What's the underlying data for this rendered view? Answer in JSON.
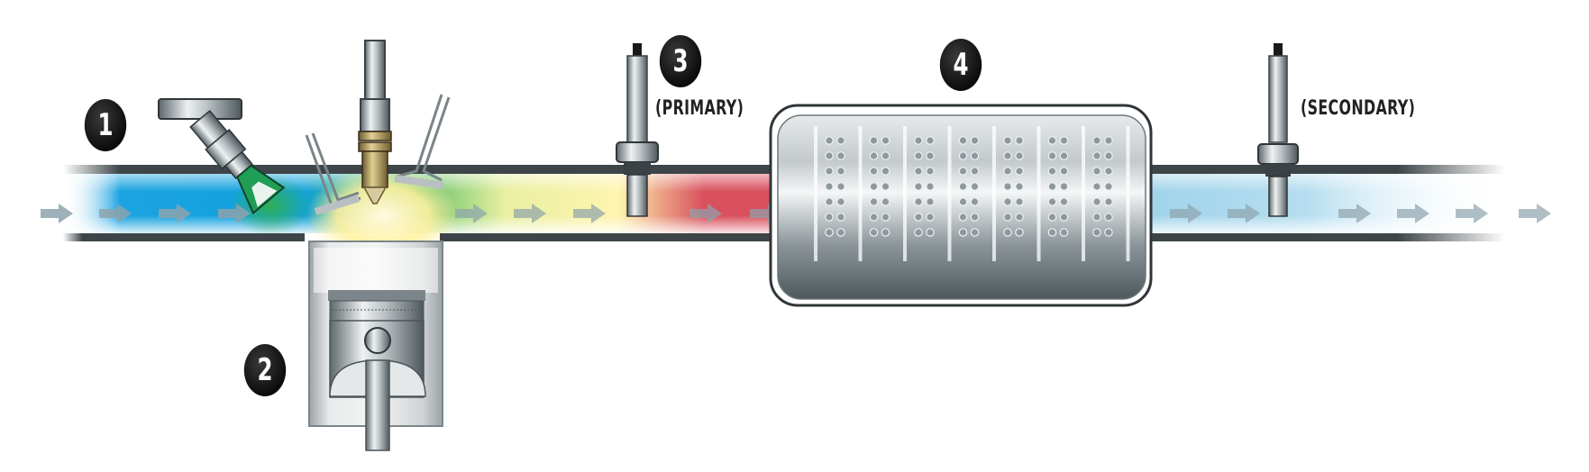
{
  "diagram": {
    "title": "Exhaust oxygen sensor system",
    "callouts": [
      {
        "id": "1",
        "label": "1",
        "refers_to": "fuel injector"
      },
      {
        "id": "2",
        "label": "2",
        "refers_to": "piston / combustion chamber"
      },
      {
        "id": "3",
        "label": "3",
        "refers_to": "primary oxygen sensor"
      },
      {
        "id": "4",
        "label": "4",
        "refers_to": "catalytic converter"
      }
    ],
    "sensor_labels": {
      "primary": "(PRIMARY)",
      "secondary": "(SECONDARY)"
    },
    "flow_zones": [
      {
        "name": "intake-air",
        "color": "#1aa3e0"
      },
      {
        "name": "fuel-mixture",
        "color": "#3db35a"
      },
      {
        "name": "combustion",
        "color": "#fff09a"
      },
      {
        "name": "raw-exhaust",
        "color": "#d9505e"
      },
      {
        "name": "clean-exhaust",
        "color": "#9fd3ea"
      }
    ],
    "arrow_color": "#8ea3ad"
  }
}
